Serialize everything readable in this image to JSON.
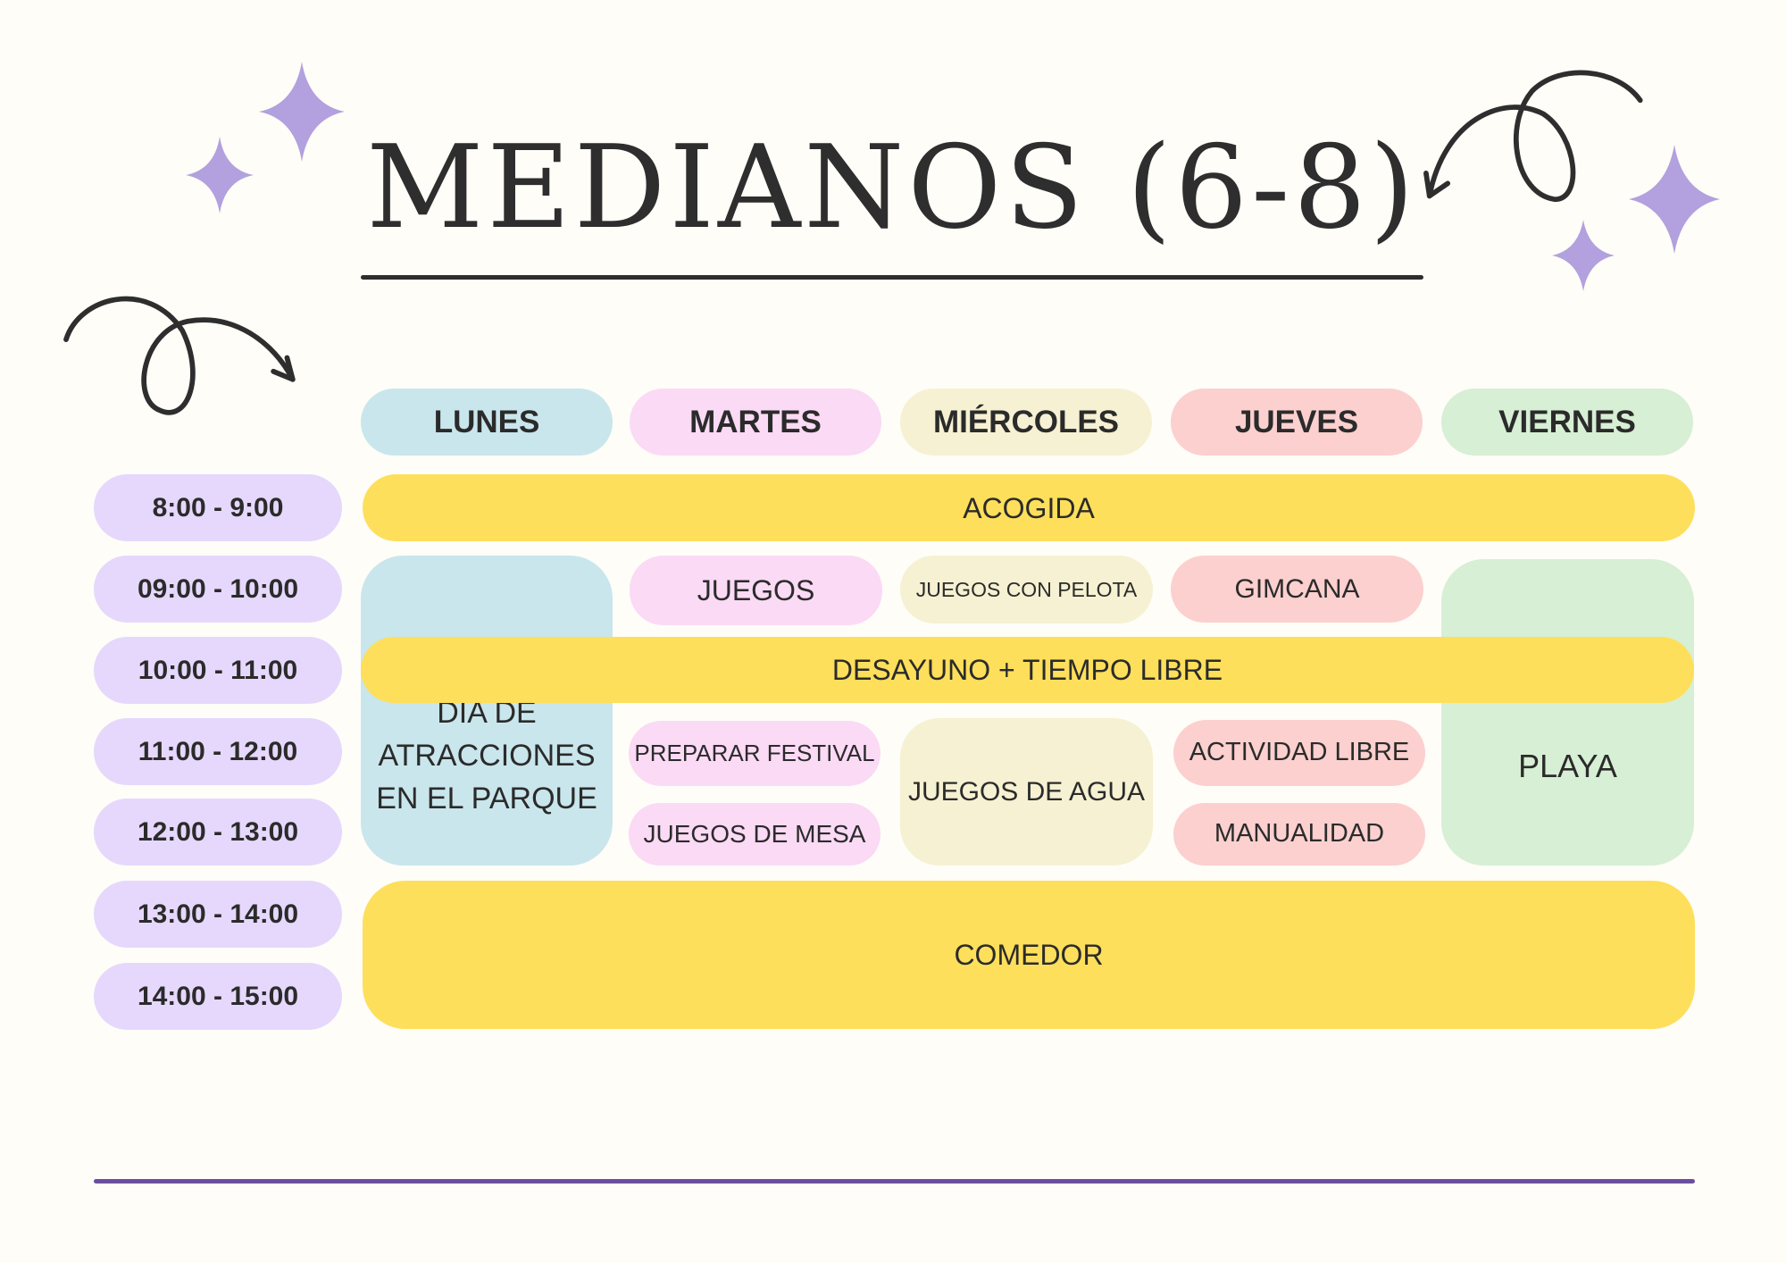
{
  "title": "MEDIANOS (6-8)",
  "days": [
    "LUNES",
    "MARTES",
    "MIÉRCOLES",
    "JUEVES",
    "VIERNES"
  ],
  "times": [
    "8:00 - 9:00",
    "09:00 - 10:00",
    "10:00 - 11:00",
    "11:00 - 12:00",
    "12:00 - 13:00",
    "13:00 - 14:00",
    "14:00 - 15:00"
  ],
  "activities": {
    "acogida": "ACOGIDA",
    "lunes_parque": "DIA DE ATRACCIONES EN EL PARQUE",
    "martes_juegos": "JUEGOS",
    "miercoles_pelota": "JUEGOS CON PELOTA",
    "jueves_gimcana": "GIMCANA",
    "viernes_playa": "PLAYA",
    "desayuno": "DESAYUNO +  TIEMPO LIBRE",
    "martes_festival": "PREPARAR FESTIVAL",
    "martes_mesa": "JUEGOS DE MESA",
    "miercoles_agua": "JUEGOS DE AGUA",
    "jueves_libre": "ACTIVIDAD LIBRE",
    "jueves_manualidad": "MANUALIDAD",
    "comedor": "COMEDOR"
  },
  "colors": {
    "background": "#fefdf8",
    "time": "#e6d8fc",
    "lunes": "#c9e6ec",
    "martes": "#fbdaf5",
    "miercoles": "#f6f1d2",
    "jueves": "#fcd0cf",
    "viernes": "#d7efd4",
    "shared": "#fedf5b",
    "sparkle": "#b3a0de",
    "accent_line": "#6b4f9e"
  }
}
